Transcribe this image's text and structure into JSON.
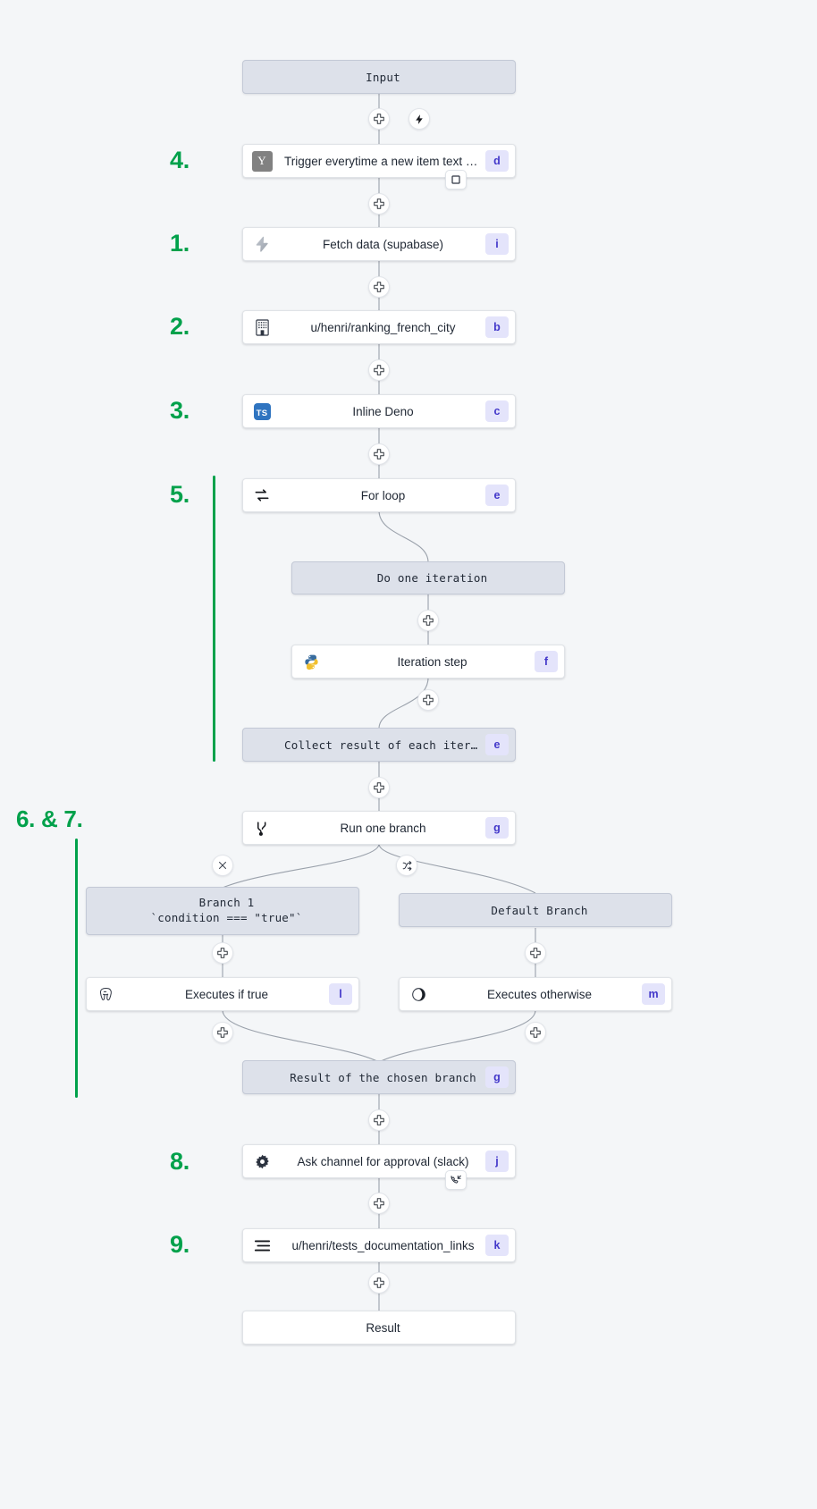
{
  "canvas": {
    "background": "#f4f6f8",
    "accent_green": "#00a14b",
    "badge_bg": "#e4e4fb",
    "badge_fg": "#4338ca",
    "grey_node_bg": "#dde1ea"
  },
  "nodes": {
    "input": {
      "label": "Input",
      "badge": "",
      "icon": "none"
    },
    "trigger": {
      "label": "Trigger everytime a new item text o…",
      "badge": "d",
      "icon": "yaml-icon"
    },
    "fetch": {
      "label": "Fetch data (supabase)",
      "badge": "i",
      "icon": "supabase-bolt-icon"
    },
    "ranking": {
      "label": "u/henri/ranking_french_city",
      "badge": "b",
      "icon": "building-icon"
    },
    "deno": {
      "label": "Inline Deno",
      "badge": "c",
      "icon": "typescript-icon"
    },
    "forloop": {
      "label": "For loop",
      "badge": "e",
      "icon": "loop-icon"
    },
    "do_iteration": {
      "label": "Do one iteration",
      "badge": "",
      "icon": "none"
    },
    "iteration_step": {
      "label": "Iteration step",
      "badge": "f",
      "icon": "python-icon"
    },
    "collect": {
      "label": "Collect result of each iteration",
      "badge": "e",
      "icon": "none"
    },
    "run_branch": {
      "label": "Run one branch",
      "badge": "g",
      "icon": "branch-icon"
    },
    "branch1_line1": {
      "label": "Branch 1"
    },
    "branch1_line2": {
      "label": "`condition === \"true\"`"
    },
    "default_branch": {
      "label": "Default Branch",
      "badge": "",
      "icon": "none"
    },
    "exec_true": {
      "label": "Executes if true",
      "badge": "l",
      "icon": "postgres-icon"
    },
    "exec_other": {
      "label": "Executes otherwise",
      "badge": "m",
      "icon": "bun-icon"
    },
    "chosen_result": {
      "label": "Result of the chosen branch",
      "badge": "g",
      "icon": "none"
    },
    "ask_channel": {
      "label": "Ask channel for approval (slack)",
      "badge": "j",
      "icon": "gear-icon"
    },
    "tests_doc": {
      "label": "u/henri/tests_documentation_links",
      "badge": "k",
      "icon": "flow-lines-icon"
    },
    "result": {
      "label": "Result",
      "badge": "",
      "icon": "none"
    }
  },
  "steps": [
    {
      "id": "s4",
      "text": "4."
    },
    {
      "id": "s1",
      "text": "1."
    },
    {
      "id": "s2",
      "text": "2."
    },
    {
      "id": "s3",
      "text": "3."
    },
    {
      "id": "s5",
      "text": "5."
    },
    {
      "id": "s67",
      "text": "6. & 7."
    },
    {
      "id": "s8",
      "text": "8."
    },
    {
      "id": "s9",
      "text": "9."
    }
  ],
  "chips": {
    "trigger_chip": "stop-square-icon",
    "approval_chip": "phone-incoming-icon"
  },
  "handles": {
    "plus": "plus-icon",
    "bolt": "bolt-icon",
    "close": "close-icon",
    "shuffle": "shuffle-branches-icon"
  }
}
